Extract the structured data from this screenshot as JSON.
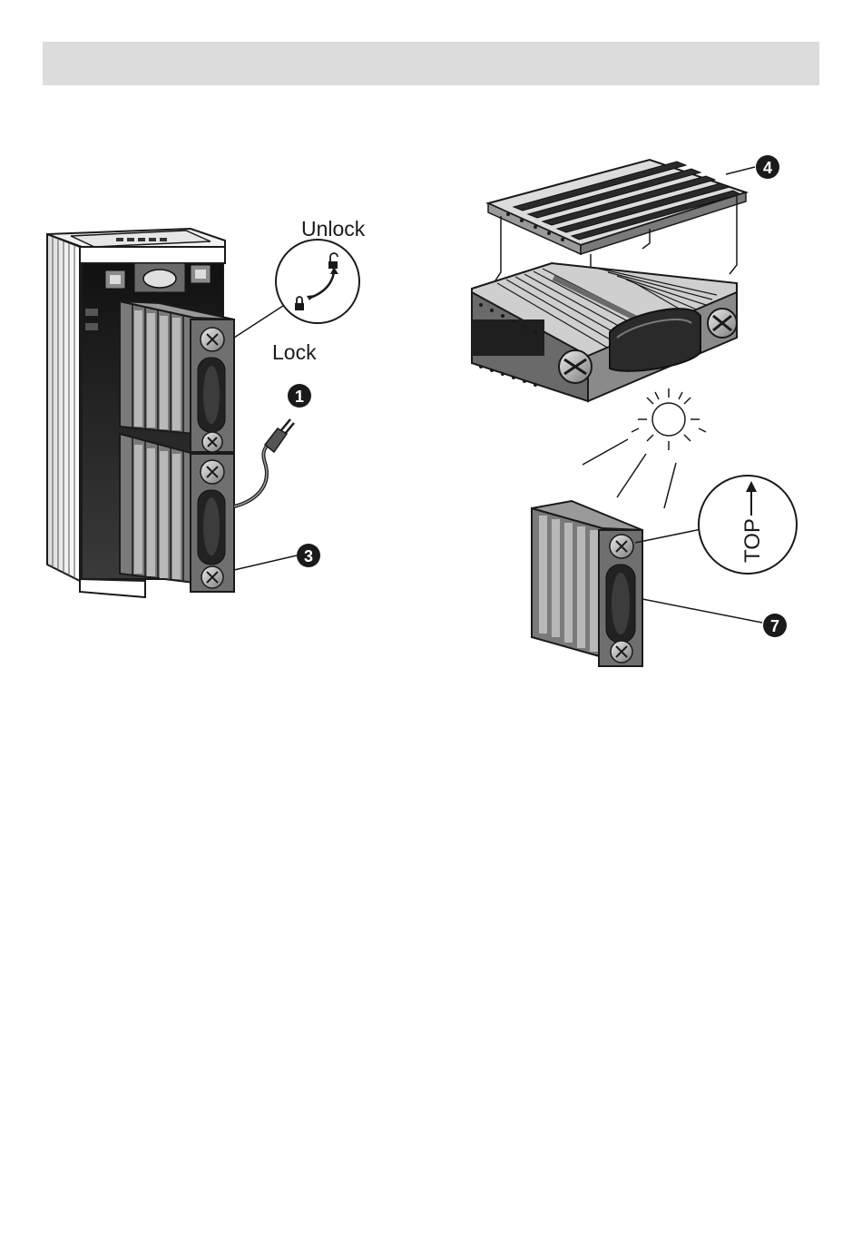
{
  "labels": {
    "unlock": "Unlock",
    "lock": "Lock",
    "top": "TOP"
  },
  "callouts": {
    "c1": "1",
    "c3": "3",
    "c4": "4",
    "c7": "7"
  },
  "colors": {
    "header_band": "#dcdcdc",
    "ink": "#1a1a1a",
    "dark_body": "#2a2a2a",
    "filter_gray": "#6f6f6f",
    "filter_mid": "#9a9a9a",
    "light_gray": "#c8c8c8"
  },
  "icons": [
    "unlock-padlock-icon",
    "lock-padlock-icon",
    "up-arrow-icon",
    "sun-icon",
    "plug-icon"
  ]
}
